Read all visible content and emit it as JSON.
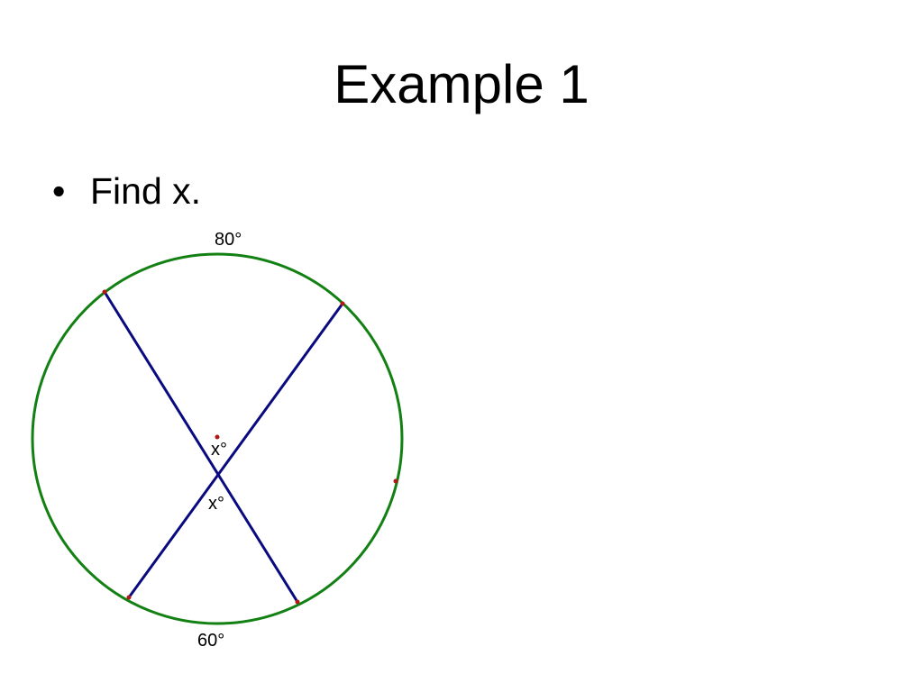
{
  "slide": {
    "title": "Example 1",
    "bullet": {
      "glyph": "•",
      "text": "Find x."
    }
  },
  "diagram": {
    "labels": {
      "top_arc": "80°",
      "bottom_arc": "60°",
      "upper_angle": "x°",
      "lower_angle": "x°"
    },
    "colors": {
      "circle": "#138013",
      "chords": "#0a0a80",
      "points": "#b01818",
      "text": "#000000"
    }
  }
}
